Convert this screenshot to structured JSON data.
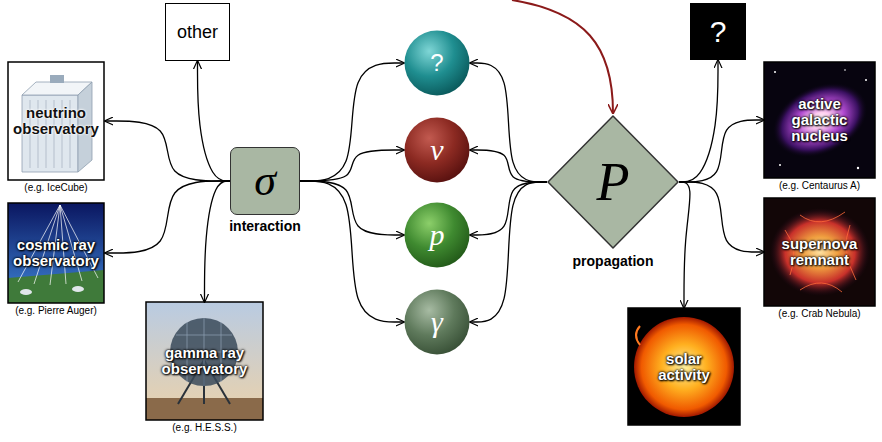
{
  "diagram": {
    "nodes": [
      {
        "text": [
          "other"
        ]
      },
      {
        "text": [
          "neutrino observatory",
          "(e.g. IceCube)"
        ]
      },
      {
        "text": [
          "cosmic ray observatory",
          "(e.g. Pierre Auger)"
        ]
      },
      {
        "text": [
          "gamma ray observatory",
          "(e.g. H.E.S.S.)"
        ]
      },
      {
        "text": [
          "σ",
          "interaction"
        ]
      },
      {
        "text": [
          "?"
        ]
      },
      {
        "text": [
          "ν"
        ]
      },
      {
        "text": [
          "p"
        ]
      },
      {
        "text": [
          "γ"
        ]
      },
      {
        "text": [
          "P",
          "propagation"
        ]
      },
      {
        "text": [
          "?"
        ]
      },
      {
        "text": [
          "active galactic nucleus",
          "(e.g. Centaurus A)"
        ]
      },
      {
        "text": [
          "supernova remnant",
          "(e.g. Crab Nebula)"
        ]
      },
      {
        "text": [
          "solar activity"
        ]
      }
    ],
    "edges": [
      {
        "from": 4,
        "to": 5,
        "arrow": "to"
      },
      {
        "from": 4,
        "to": 6,
        "arrow": "to"
      },
      {
        "from": 4,
        "to": 7,
        "arrow": "to"
      },
      {
        "from": 4,
        "to": 8,
        "arrow": "to"
      },
      {
        "from": 4,
        "to": 0,
        "arrow": "to"
      },
      {
        "from": 4,
        "to": 1,
        "arrow": "to"
      },
      {
        "from": 4,
        "to": 2,
        "arrow": "to"
      },
      {
        "from": 4,
        "to": 3,
        "arrow": "to"
      },
      {
        "from": 9,
        "to": 5,
        "arrow": "to"
      },
      {
        "from": 9,
        "to": 6,
        "arrow": "to"
      },
      {
        "from": 9,
        "to": 7,
        "arrow": "to"
      },
      {
        "from": 9,
        "to": 8,
        "arrow": "to"
      },
      {
        "from": 9,
        "to": 10,
        "arrow": "to"
      },
      {
        "from": 9,
        "to": 11,
        "arrow": "to"
      },
      {
        "from": 9,
        "to": 12,
        "arrow": "to"
      },
      {
        "from": 9,
        "to": 13,
        "arrow": "to"
      }
    ]
  }
}
